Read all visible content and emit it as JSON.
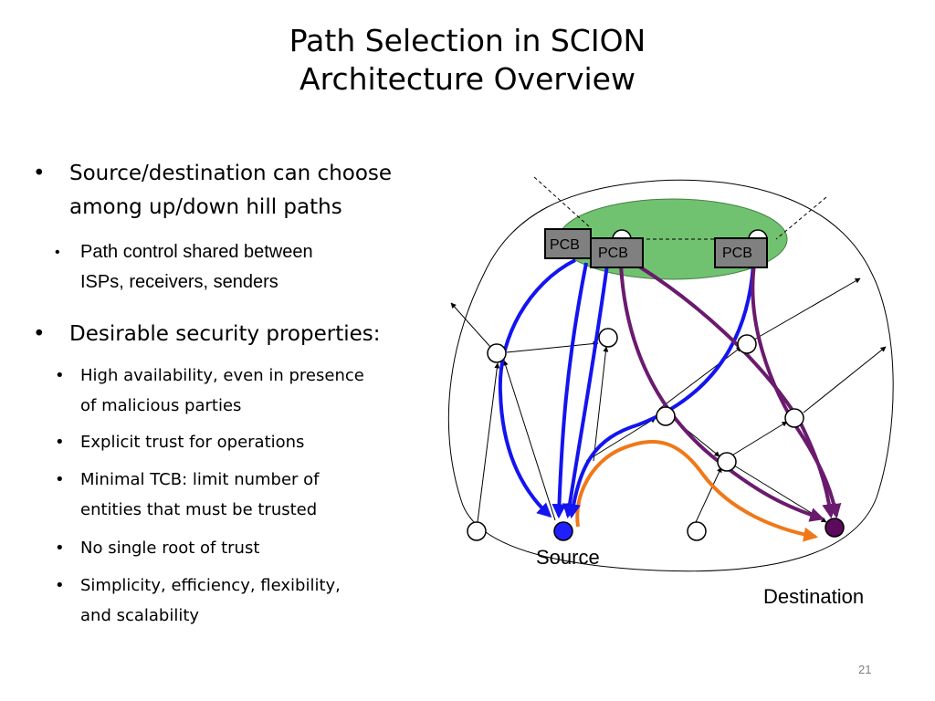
{
  "title": {
    "line1": "Path Selection in SCION",
    "line2": "Architecture Overview"
  },
  "bullets": {
    "b1": {
      "line1": "Source/destination can choose",
      "line2": "among up/down hill paths"
    },
    "b1_sub": {
      "line1": "Path control shared between",
      "line2": "ISPs, receivers, senders"
    },
    "b2": "Desirable security properties:",
    "b2_subs": [
      {
        "line1": "High availability, even in presence",
        "line2": "of malicious parties"
      },
      {
        "line1": "Explicit trust for operations",
        "line2": ""
      },
      {
        "line1": "Minimal TCB: limit number of",
        "line2": "entities that must be trusted"
      },
      {
        "line1": "No single root of trust",
        "line2": ""
      },
      {
        "line1": "Simplicity, efficiency, flexibility,",
        "line2": "and scalability"
      }
    ]
  },
  "diagram": {
    "pcb_labels": [
      "PCB",
      "PCB",
      "PCB"
    ],
    "source_label": "Source",
    "destination_label": "Destination",
    "colors": {
      "core_fill": "#6abf69",
      "pcb_fill": "#808080",
      "source_node": "#1f1fff",
      "destination_node": "#5c0a5c",
      "blue_path": "#1414f0",
      "purple_path": "#6a1b6e",
      "orange_path": "#f07818"
    }
  },
  "page_number": "21"
}
